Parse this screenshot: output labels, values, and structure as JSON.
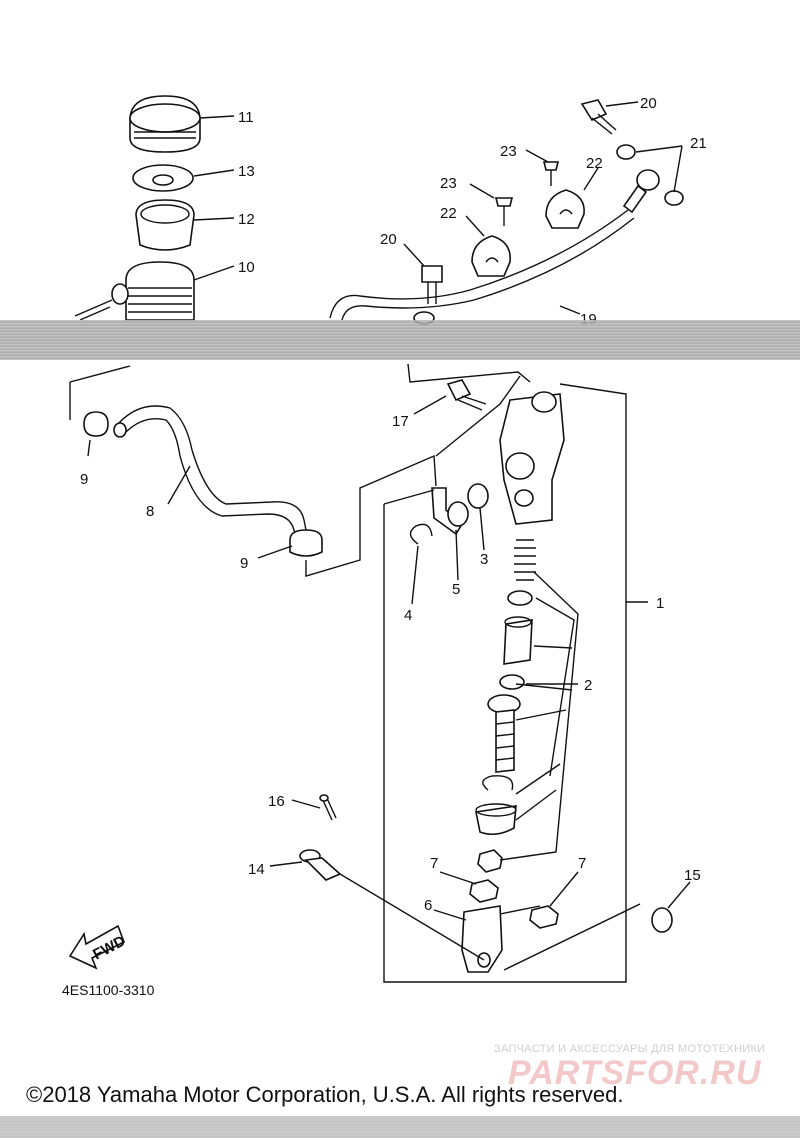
{
  "diagram": {
    "code": "4ES1100-3310",
    "fwd_label": "FWD",
    "part_labels": [
      "11",
      "13",
      "12",
      "10",
      "20",
      "23",
      "22",
      "21",
      "23",
      "22",
      "20",
      "19",
      "17",
      "9",
      "8",
      "9",
      "3",
      "5",
      "4",
      "1",
      "2",
      "16",
      "14",
      "7",
      "7",
      "6",
      "15"
    ]
  },
  "footer": {
    "copyright": "©2018 Yamaha Motor Corporation, U.S.A. All rights reserved."
  },
  "watermark": {
    "caption": "ЗАПЧАСТИ И АКСЕССУАРЫ ДЛЯ МОТОТЕХНИКИ",
    "logo": "PARTSFOR.RU"
  }
}
